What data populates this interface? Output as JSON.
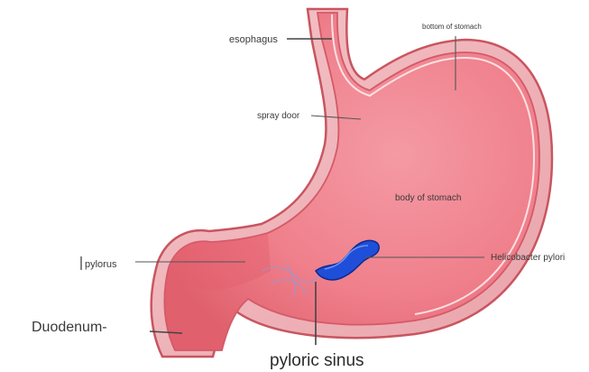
{
  "diagram": {
    "labels": {
      "esophagus": "esophagus",
      "bottom_of_stomach": "bottom of stomach",
      "spray_door": "spray door",
      "body_of_stomach": "body of stomach",
      "helicobacter_pylori": "Helicobacter pylori",
      "pylorus": "pylorus",
      "duodenum": "Duodenum-",
      "pyloric_sinus": "pyloric sinus"
    },
    "colors": {
      "wall_outer": "#e8a6ac",
      "wall_outline": "#c95560",
      "lumen": "#f07f8b",
      "lumen_shade": "#e8606f",
      "bacterium": "#1f4fd8",
      "bacterium_edge": "#0b2a8c",
      "background": "#ffffff"
    }
  }
}
